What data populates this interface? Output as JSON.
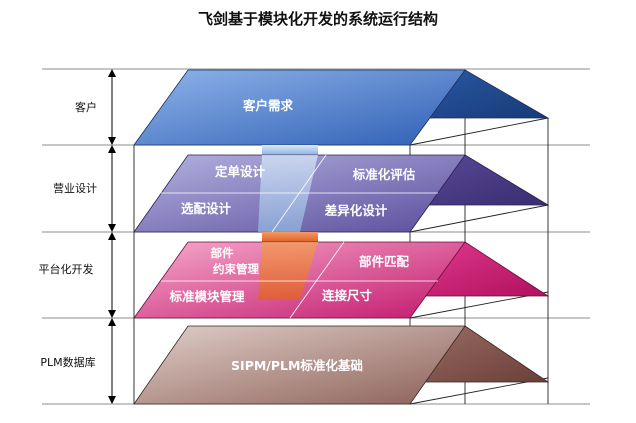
{
  "title": "飞剑基于模块化开发的系统运行结构",
  "rows": [
    {
      "label": "客户"
    },
    {
      "label": "营业设计"
    },
    {
      "label": "平台化开发"
    },
    {
      "label": "PLM数据库"
    }
  ],
  "roof": {
    "label": "客户需求"
  },
  "sales": {
    "cells": [
      "定单设计",
      "标准化评估",
      "选配设计",
      "差异化设计"
    ]
  },
  "platform": {
    "cells": [
      "部件",
      "约束管理",
      "部件匹配",
      "标准模块管理",
      "连接尺寸"
    ]
  },
  "base": {
    "label": "SIPM/PLM标准化基础"
  },
  "colors": {
    "roof": "#3f6fc2",
    "roof_dark": "#1e4a90",
    "sales": "#8c88c8",
    "sales_dark": "#4b3b88",
    "platform": "#e8619e",
    "platform_dark": "#d4157a",
    "base": "#b89890",
    "base_dark": "#7a5048",
    "pillar_blue": "#bdd7f2",
    "pillar_orange": "#f07a35"
  }
}
